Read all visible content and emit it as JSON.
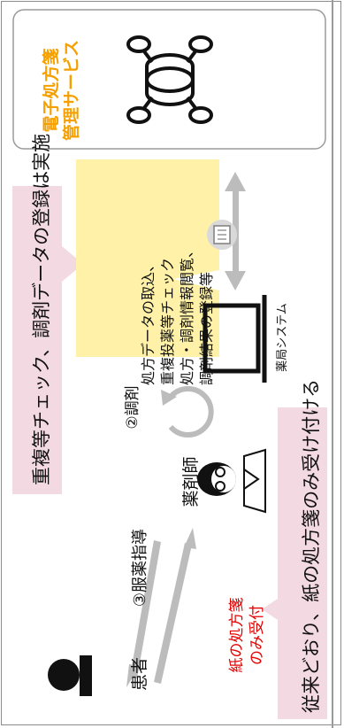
{
  "service": {
    "title_line1": "電子処方箋",
    "title_line2": "管理サービス",
    "icon": "database-network-icon"
  },
  "banner_top": {
    "text": "重複等チェック、調剤データの登録は実施"
  },
  "banner_bottom": {
    "text": "従来どおり、紙の処方箋のみ受け付ける"
  },
  "yellow_note": {
    "lines": [
      "処方データの取込、",
      "重複投薬等チェック",
      "処方・調剤情報閲覧、",
      "調剤結果の登録等"
    ]
  },
  "labels": {
    "dispense": "②調剤",
    "pharmacy_system": "薬局システム",
    "pharmacist": "薬剤師",
    "guidance": "③服薬指導",
    "paper_only_line1": "紙の処方箋",
    "paper_only_line2": "のみ受付",
    "patient": "患者"
  },
  "colors": {
    "service_title": "#f5a000",
    "red_text": "#e60000",
    "banner_fill": "#f2d9e2",
    "note_fill": "#fff2a8"
  }
}
